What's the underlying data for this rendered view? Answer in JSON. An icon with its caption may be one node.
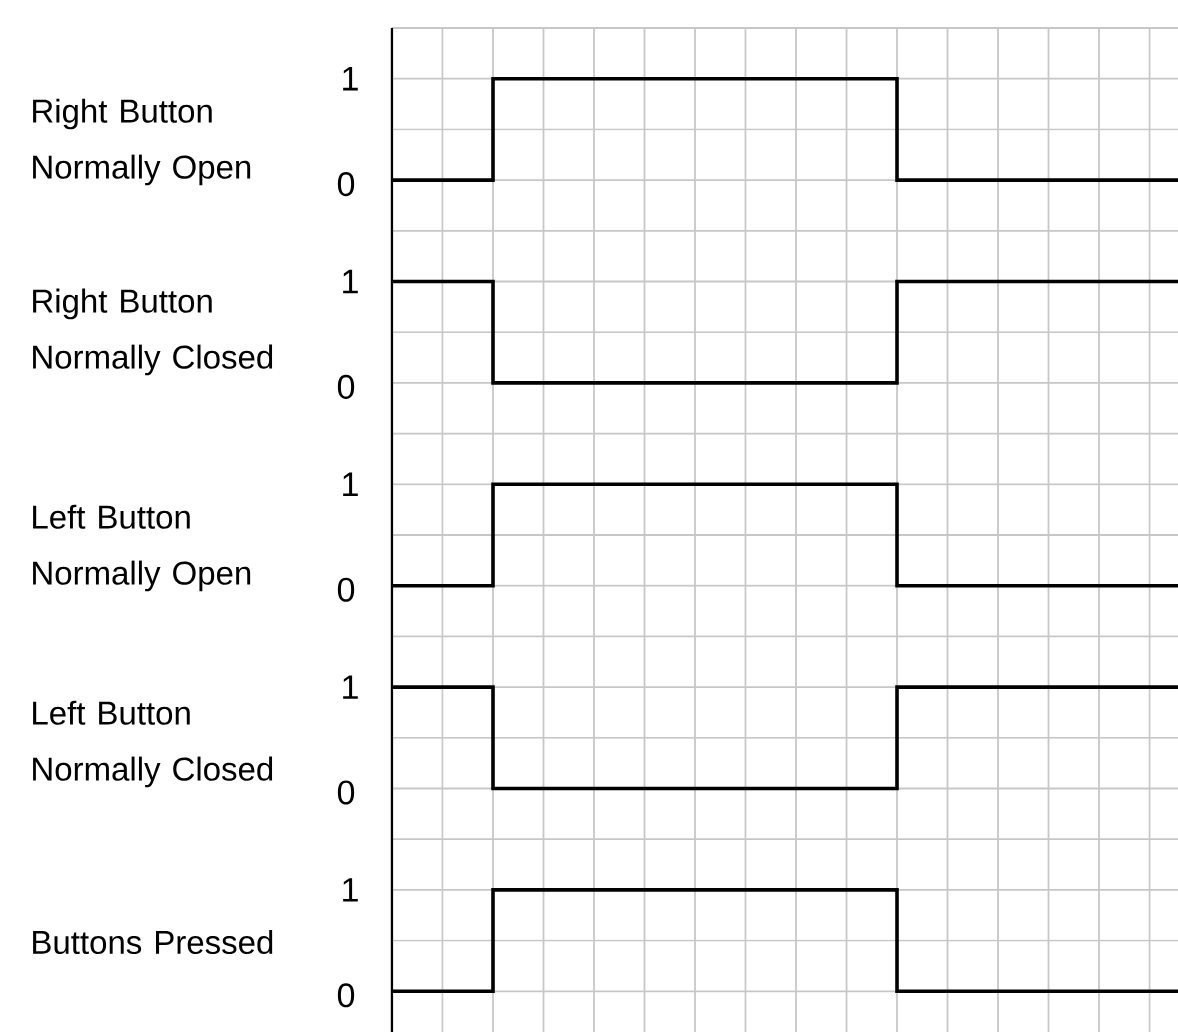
{
  "diagram": {
    "labels": [
      "1",
      "Right Button Normally Open",
      "0",
      "1",
      "Right Button Normally Closed",
      "0",
      "1",
      "Left Button Normally Open",
      "0",
      "1",
      "Left Button Normally Closed",
      "0",
      "1",
      "Buttons Pressed",
      "0"
    ]
  }
}
